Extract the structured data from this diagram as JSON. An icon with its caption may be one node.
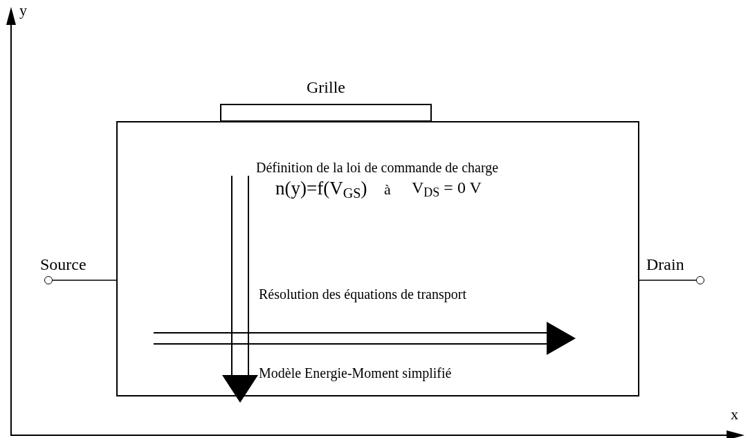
{
  "diagram": {
    "nodes": [
      {
        "text": [
          "Définition de la loi de commande de charge",
          "n(y)=f(V$_{GS}$)",
          "à",
          "V$_{DS}$ = 0 V",
          "Résolution des équations de transport",
          "Modèle Energie-Moment simplifié"
        ]
      },
      {
        "text": [
          "Grille"
        ]
      },
      {
        "text": [],
        "shape": "circle",
        "beside": [
          "Source"
        ]
      },
      {
        "text": [],
        "shape": "circle",
        "beside": [
          "Drain"
        ]
      }
    ],
    "edges": [
      {
        "from": 2,
        "to": 0,
        "arrow": "none"
      },
      {
        "from": 0,
        "to": 3,
        "arrow": "none"
      }
    ],
    "labels": [
      "y",
      "x"
    ]
  }
}
